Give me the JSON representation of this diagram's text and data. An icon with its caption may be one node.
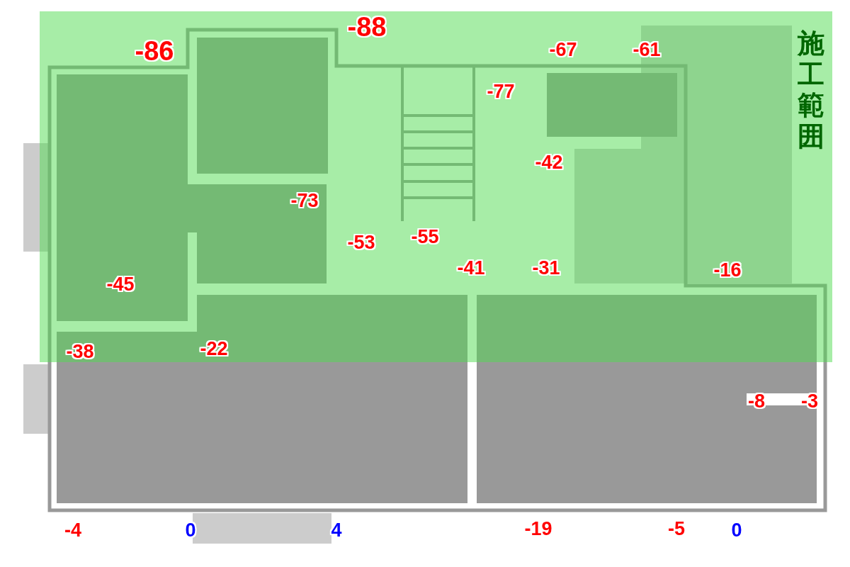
{
  "diagram": {
    "nodes": [
      {
        "text": [
          "施工範囲"
        ]
      }
    ],
    "labels": [
      "-88",
      "-86",
      "-67",
      "-61",
      "-77",
      "-42",
      "-73",
      "-53",
      "-55",
      "-41",
      "-31",
      "-16",
      "-45",
      "-38",
      "-22",
      "-8",
      "-3",
      "-4",
      "0",
      "4",
      "-19",
      "-5",
      "0"
    ]
  }
}
